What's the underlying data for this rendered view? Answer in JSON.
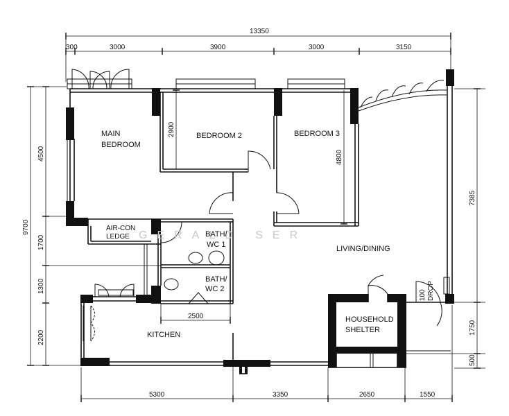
{
  "rooms": {
    "main_bedroom_line1": "MAIN",
    "main_bedroom_line2": "BEDROOM",
    "bedroom2": "BEDROOM 2",
    "bedroom3": "BEDROOM 3",
    "aircon_line1": "AIR-CON",
    "aircon_line2": "LEDGE",
    "bath1_line1": "BATH/",
    "bath1_line2": "WC 1",
    "bath2_line1": "BATH/",
    "bath2_line2": "WC 2",
    "living_dining": "LIVING/DINING",
    "kitchen": "KITCHEN",
    "shelter_line1": "HOUSEHOLD",
    "shelter_line2": "SHELTER",
    "drop_line1": "100",
    "drop_line2": "DROP"
  },
  "watermark": "GERALD SER",
  "dimensions": {
    "top_total": "13350",
    "top_segments": [
      "300",
      "3000",
      "3900",
      "3000",
      "3150"
    ],
    "left_total": "9700",
    "left_segments": [
      "4500",
      "1700",
      "1300",
      "2200"
    ],
    "bedroom2_height": "2900",
    "bedroom3_height": "4800",
    "right_segments": [
      "7385",
      "1750",
      "500"
    ],
    "bath_width": "2500",
    "bottom_segments": [
      "5300",
      "3350",
      "2650",
      "1550"
    ]
  }
}
